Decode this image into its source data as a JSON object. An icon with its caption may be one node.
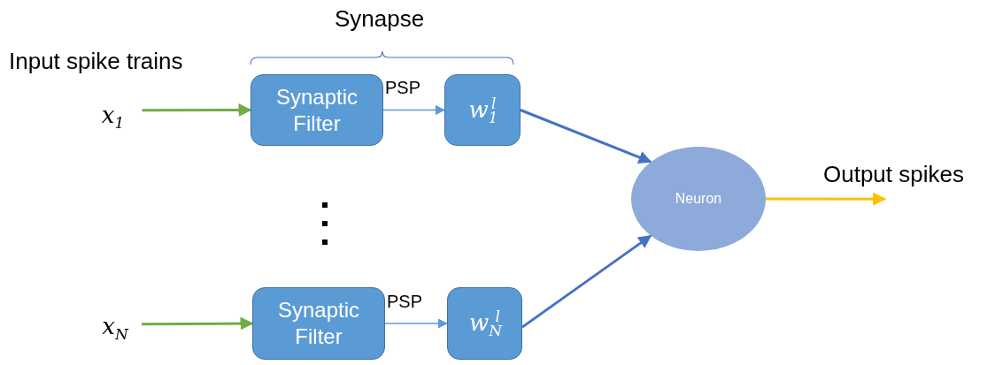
{
  "diagram": {
    "title": "Synapse",
    "nodes": [
      {
        "text": [
          "x$_{1}$"
        ]
      },
      {
        "text": [
          "Synaptic Filter"
        ]
      },
      {
        "text": [
          "w$_{1}$$^{l}$"
        ]
      },
      {
        "text": [
          "x$_{N}$"
        ]
      },
      {
        "text": [
          "Synaptic Filter"
        ]
      },
      {
        "text": [
          "w$_{N}$$^{l}$"
        ]
      },
      {
        "text": [
          "Neuron"
        ]
      },
      {
        "text": [
          "Output spikes"
        ]
      }
    ],
    "edges": [
      {
        "from": 0,
        "to": 1,
        "arrow": "to",
        "color": "#70ad47"
      },
      {
        "from": 1,
        "to": 2,
        "arrow": "to",
        "label": "PSP",
        "color": "#5b9bd5"
      },
      {
        "from": 2,
        "to": 6,
        "arrow": "to",
        "color": "#4472c4"
      },
      {
        "from": 3,
        "to": 4,
        "arrow": "to",
        "color": "#70ad47"
      },
      {
        "from": 4,
        "to": 5,
        "arrow": "to",
        "label": "PSP",
        "color": "#5b9bd5"
      },
      {
        "from": 5,
        "to": 6,
        "arrow": "to",
        "color": "#4472c4"
      },
      {
        "from": 6,
        "to": 7,
        "arrow": "to",
        "color": "#ffc000"
      }
    ],
    "labels": [
      "Input spike trains"
    ]
  }
}
